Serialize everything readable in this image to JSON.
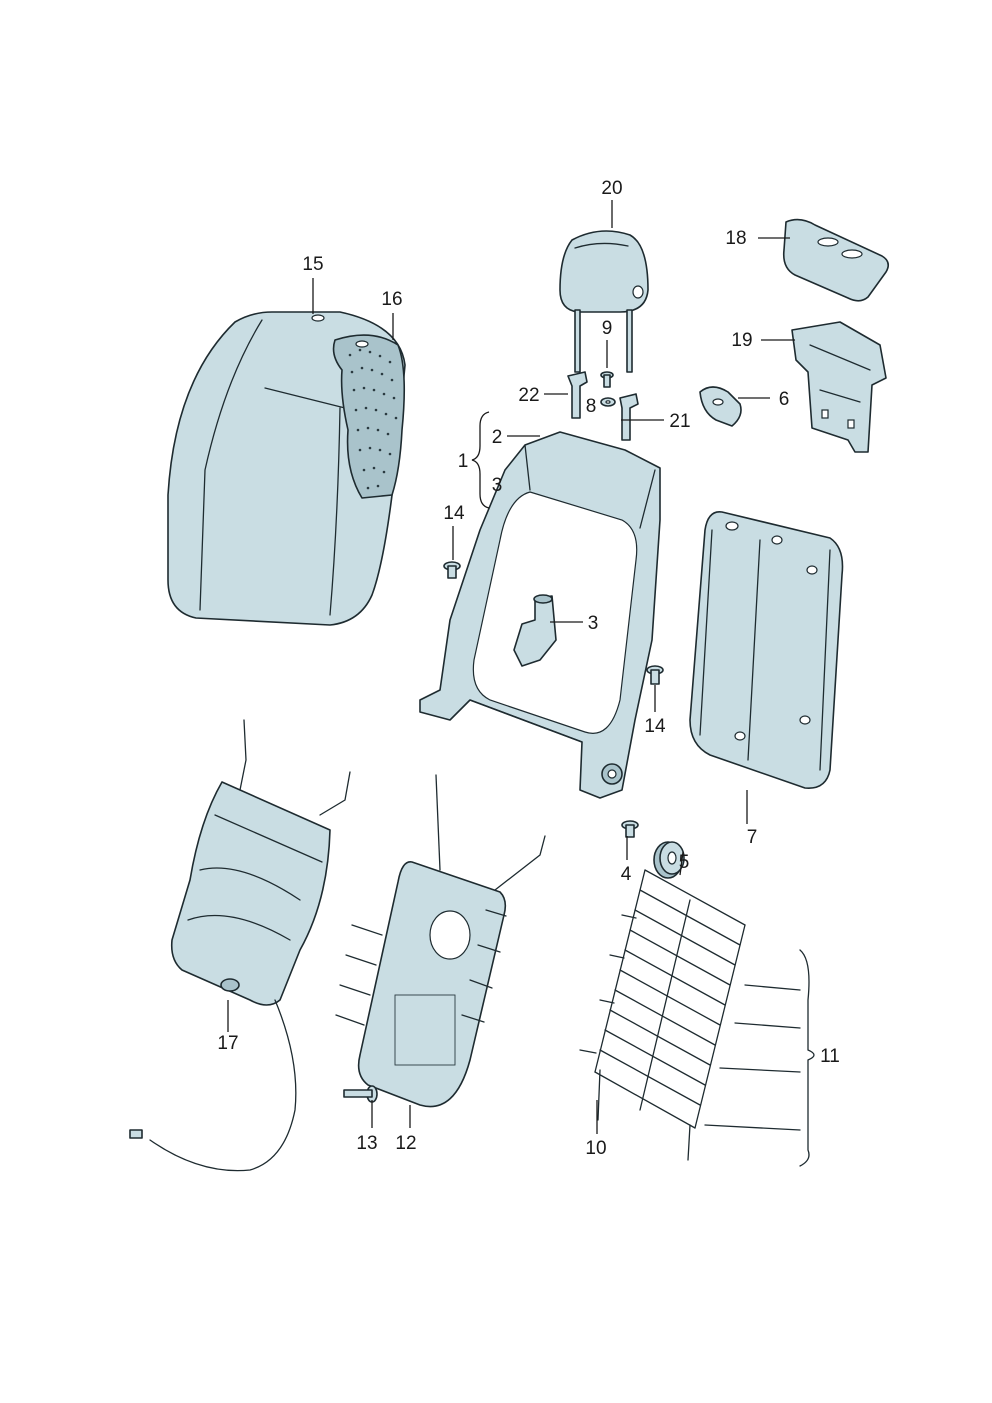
{
  "callouts": [
    {
      "id": "c20",
      "label": "20"
    },
    {
      "id": "c18",
      "label": "18"
    },
    {
      "id": "c15",
      "label": "15"
    },
    {
      "id": "c16",
      "label": "16"
    },
    {
      "id": "c9",
      "label": "9"
    },
    {
      "id": "c19",
      "label": "19"
    },
    {
      "id": "c22",
      "label": "22"
    },
    {
      "id": "c8",
      "label": "8"
    },
    {
      "id": "c21",
      "label": "21"
    },
    {
      "id": "c6",
      "label": "6"
    },
    {
      "id": "c1",
      "label": "1"
    },
    {
      "id": "c2",
      "label": "2"
    },
    {
      "id": "c3a",
      "label": "3"
    },
    {
      "id": "c14a",
      "label": "14"
    },
    {
      "id": "c3b",
      "label": "3"
    },
    {
      "id": "c14b",
      "label": "14"
    },
    {
      "id": "c7",
      "label": "7"
    },
    {
      "id": "c4",
      "label": "4"
    },
    {
      "id": "c5",
      "label": "5"
    },
    {
      "id": "c17",
      "label": "17"
    },
    {
      "id": "c13",
      "label": "13"
    },
    {
      "id": "c12",
      "label": "12"
    },
    {
      "id": "c10",
      "label": "10"
    },
    {
      "id": "c11",
      "label": "11"
    }
  ],
  "colors": {
    "part_fill": "#c9dde3",
    "part_shade": "#a9c3cb",
    "outline": "#1e2b30",
    "text": "#1a1a1a"
  }
}
